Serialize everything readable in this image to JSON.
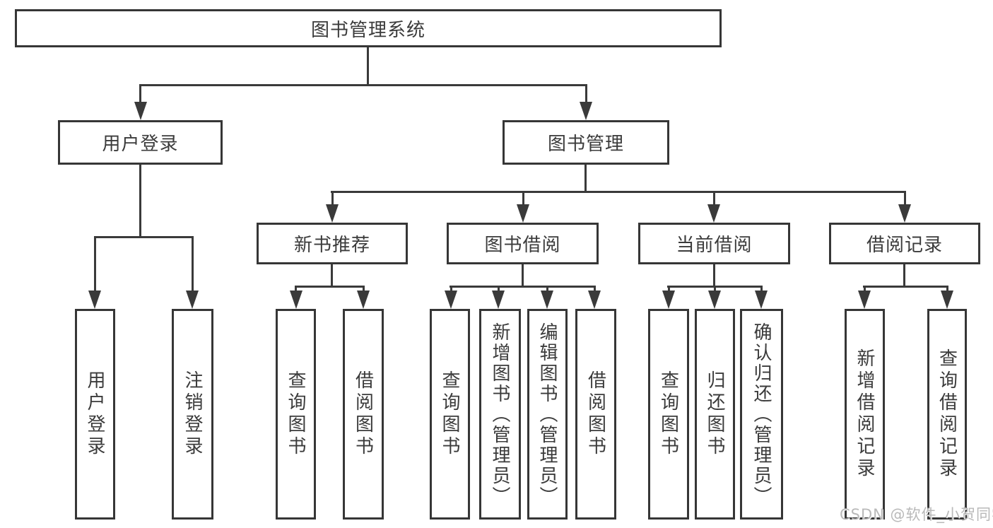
{
  "diagram": {
    "title": "图书管理系统",
    "level2": {
      "user_login": "用户登录",
      "book_management": "图书管理"
    },
    "level3": {
      "new_book_rec": "新书推荐",
      "book_borrow": "图书借阅",
      "current_borrow": "当前借阅",
      "borrow_records": "借阅记录"
    },
    "leaves": {
      "user_login": "用户登录",
      "logout": "注销登录",
      "rec_query_book": "查询图书",
      "rec_borrow_book": "借阅图书",
      "bb_query_book": "查询图书",
      "bb_add_book": "新增图书（管理员）",
      "bb_edit_book": "编辑图书（管理员）",
      "bb_borrow_book": "借阅图书",
      "cb_query_book": "查询图书",
      "cb_return_book": "归还图书",
      "cb_confirm_return": "确认归还（管理员）",
      "br_add_record": "新增借阅记录",
      "br_query_record": "查询借阅记录"
    }
  },
  "watermark": {
    "text": "CSDN @软件_小贺同学",
    "color": "#b9b9b9"
  },
  "colors": {
    "line": "#3a3a3a",
    "box_border": "#363636",
    "text": "#3b3b3b",
    "background": "#ffffff"
  }
}
